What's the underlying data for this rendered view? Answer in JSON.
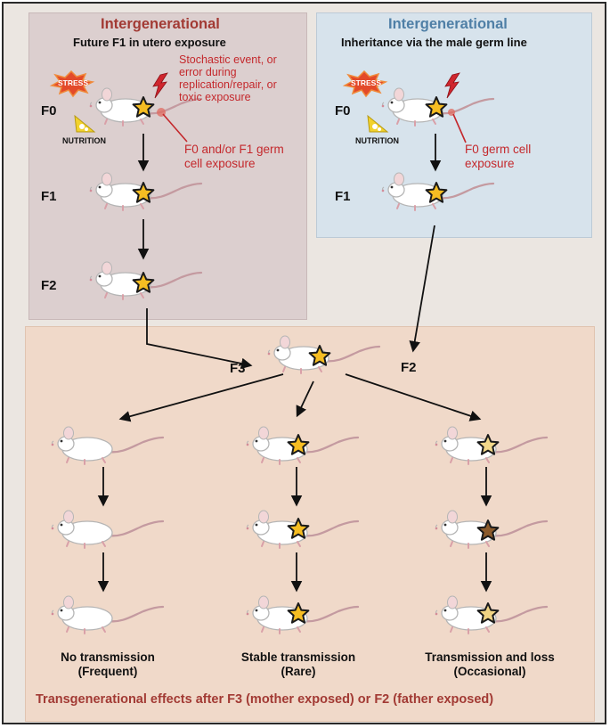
{
  "left_panel": {
    "title": "Intergenerational",
    "subtitle": "Future F1 in utero exposure",
    "gen_labels": [
      "F0",
      "F1",
      "F2"
    ],
    "stress_badge": "STRESS",
    "nutrition_label": "NUTRITION",
    "stochastic_note": "Stochastic event, or error during replication/repair, or toxic exposure",
    "germ_note": "F0 and/or F1 germ cell exposure",
    "converge_label": "F3"
  },
  "right_panel": {
    "title": "Intergenerational",
    "subtitle": "Inheritance via the male germ line",
    "gen_labels": [
      "F0",
      "F1"
    ],
    "stress_badge": "STRESS",
    "nutrition_label": "NUTRITION",
    "germ_note": "F0 germ cell exposure",
    "converge_label": "F2"
  },
  "outcomes": [
    {
      "label": "No transmission",
      "frequency": "(Frequent)",
      "star_colors": [
        "none",
        "none",
        "none"
      ]
    },
    {
      "label": "Stable transmission",
      "frequency": "(Rare)",
      "star_colors": [
        "#f6bd22",
        "#f6bd22",
        "#f6bd22"
      ]
    },
    {
      "label": "Transmission and loss",
      "frequency": "(Occasional)",
      "star_colors": [
        "#f3d98a",
        "#8b5a2b",
        "#f1d483"
      ]
    }
  ],
  "footer": "Transgenerational effects after F3 (mother exposed) or F2 (father exposed)",
  "colors": {
    "left_bg": "#dccfcf",
    "right_bg": "#d7e3ec",
    "bottom_bg": "#f0d9c9",
    "title_red": "#a23a34",
    "title_blue": "#4f7fa6",
    "note_red": "#c4282c",
    "star": "#f6bd22"
  },
  "icons": [
    "mouse-icon",
    "star-icon",
    "stress-burst-icon",
    "nutrition-icon",
    "lightning-icon"
  ]
}
